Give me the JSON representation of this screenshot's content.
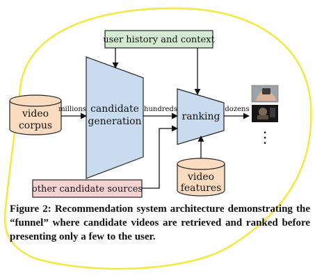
{
  "nodes": {
    "user_history": "user history and context",
    "video_corpus": [
      "video",
      "corpus"
    ],
    "candidate_generation": [
      "candidate",
      "generation"
    ],
    "ranking": "ranking",
    "video_features": [
      "video",
      "features"
    ],
    "other_sources": "other candidate sources"
  },
  "edges": {
    "millions": "millions",
    "hundreds": "hundreds",
    "dozens": "dozens"
  },
  "output_more": "⋮",
  "caption": "Figure 2:  Recommendation system architecture demonstrating the “funnel” where candidate videos are retrieved and ranked before presenting only a few to the user.",
  "colors": {
    "green_box": "#d5ead3",
    "blue_funnel": "#c9dbef",
    "orange_cyl": "#f9dcbf",
    "pink_box": "#f6d3d3",
    "highlight": "#f5e83c"
  },
  "icons": [
    "video-thumbnail-hand-icon",
    "video-thumbnail-dark-icon"
  ]
}
